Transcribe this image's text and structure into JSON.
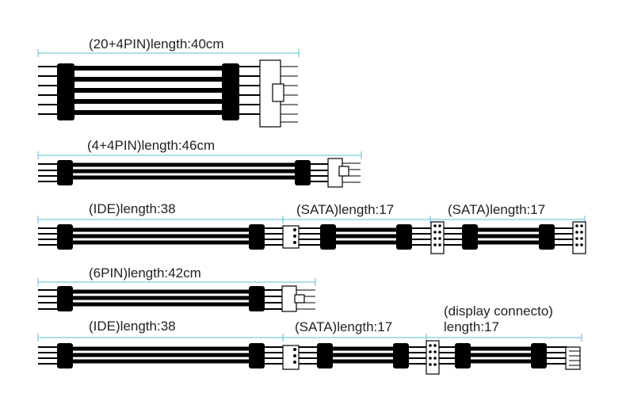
{
  "colors": {
    "cable": "#000000",
    "dimension_line": "#5bbfd6",
    "connector_outline": "#000000",
    "connector_fill": "#ffffff",
    "text": "#222222"
  },
  "cables": [
    {
      "id": "atx",
      "label": "(20+4PIN)length:40cm"
    },
    {
      "id": "eps",
      "label": "(4+4PIN)length:46cm"
    },
    {
      "id": "ide1",
      "label": "(IDE)length:38"
    },
    {
      "id": "sata1",
      "label": "(SATA)length:17"
    },
    {
      "id": "sata2",
      "label": "(SATA)length:17"
    },
    {
      "id": "pcie",
      "label": "(6PIN)length:42cm"
    },
    {
      "id": "ide2",
      "label": "(IDE)length:38"
    },
    {
      "id": "sata3",
      "label": "(SATA)length:17"
    },
    {
      "id": "display",
      "label_line1": "(display connecto)",
      "label_line2": "length:17"
    }
  ]
}
